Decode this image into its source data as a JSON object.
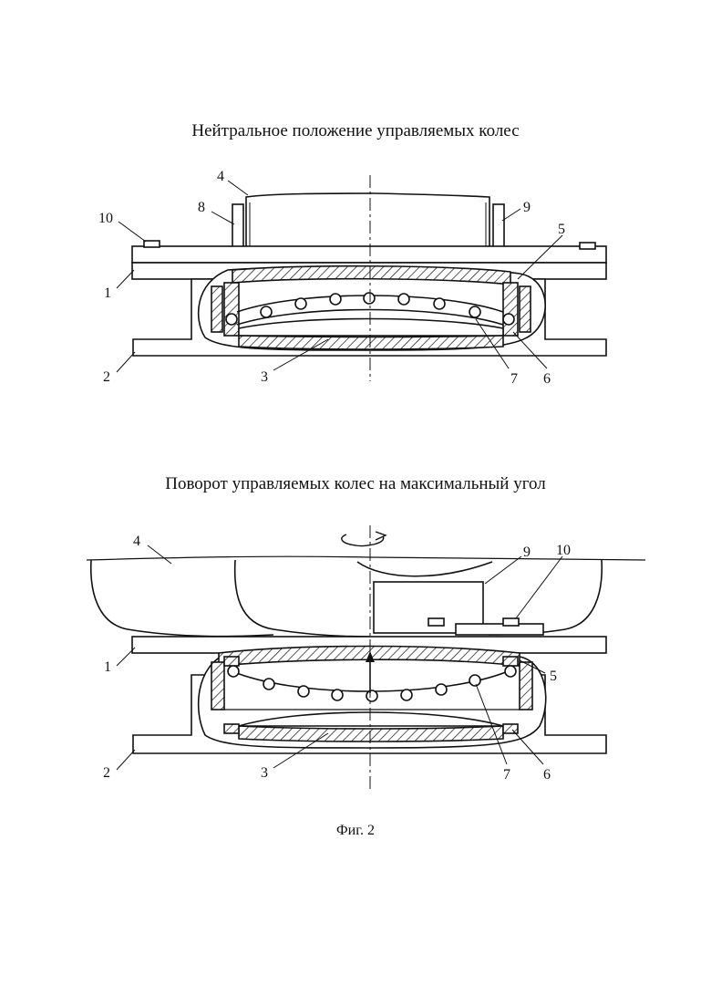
{
  "figure": {
    "title_neutral": "Нейтральное положение управляемых колес",
    "title_turn": "Поворот управляемых колес на максимальный угол",
    "caption": "Фиг. 2"
  },
  "labels": {
    "top": {
      "l1": "1",
      "l2": "2",
      "l3": "3",
      "l4": "4",
      "l5": "5",
      "l6": "6",
      "l7": "7",
      "l8": "8",
      "l9": "9",
      "l10": "10"
    },
    "bottom": {
      "l1": "1",
      "l2": "2",
      "l3": "3",
      "l4": "4",
      "l5": "5",
      "l6": "6",
      "l7": "7",
      "l9": "9",
      "l10": "10"
    }
  }
}
